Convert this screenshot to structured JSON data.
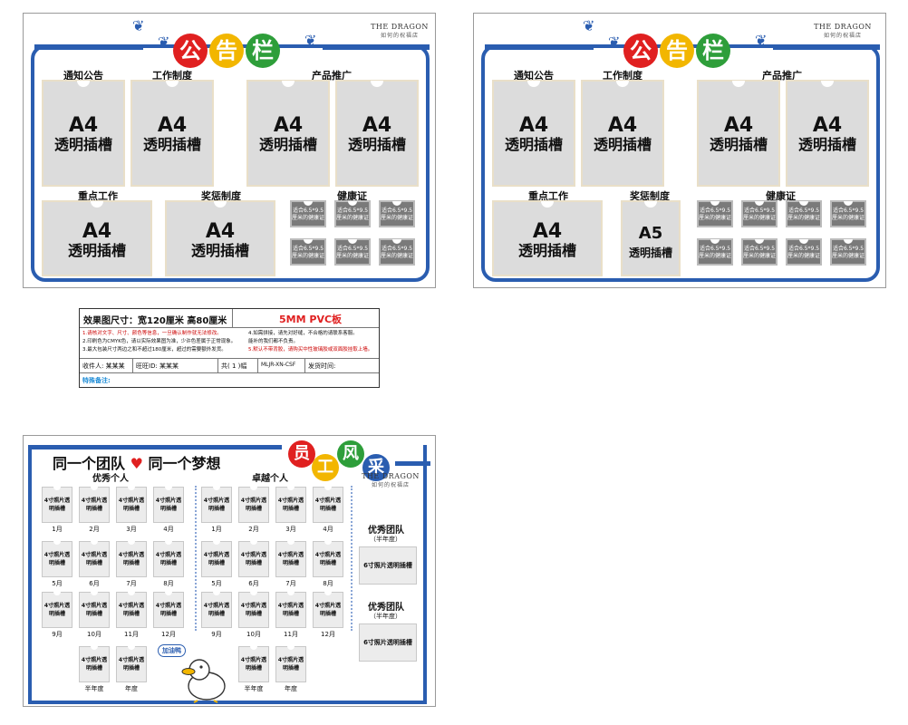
{
  "colors": {
    "brand_blue": "#2a5db0",
    "red": "#e02020",
    "yellow": "#f2b600",
    "green": "#2e9e3a",
    "gray_slot": "#dcdcdc",
    "hc_gray": "#7a7a7a"
  },
  "board_title_chars": [
    "公",
    "告",
    "栏"
  ],
  "logo": {
    "main": "THE DRAGON",
    "sub": "如何的祝福店"
  },
  "board_a": {
    "labels": {
      "notice": "通知公告",
      "system": "工作制度",
      "product": "产品推广",
      "key_work": "重点工作",
      "reward": "奖惩制度",
      "health": "健康证"
    },
    "slot_big": "A4",
    "slot_txt": "透明插槽"
  },
  "board_b": {
    "labels": {
      "notice": "通知公告",
      "system": "工作制度",
      "product": "产品推广",
      "key_work": "重点工作",
      "reward": "奖惩制度",
      "health": "健康证"
    },
    "slot_big": "A4",
    "slot_big_a5": "A5",
    "slot_txt": "透明插槽"
  },
  "health_slot_text": "适合6.5*9.5厘米的健康证",
  "info_table": {
    "size": "效果图尺寸：宽120厘米 高80厘米",
    "material": "5MM PVC板",
    "notes_left": [
      "1.请核对文字、尺寸、颜色等信息，一旦确认制作就无法修改。",
      "2.印刷色为CMYK色，请以实际效果图为准，少许色差属于正常现象。",
      "3.最大包装尺寸两边之和不超过180厘米，超过的需要额外发货。"
    ],
    "notes_right": [
      "4.如需拼接，请先对好缝，不合格的请联系客服。",
      "  能补的我们都不负责。",
      "5.默认不带背胶，请购买中性玻璃胶或双面胶挂取上墙。"
    ],
    "recipient": "收件人: 某某某",
    "wangwang": "旺旺ID: 某某某",
    "count": "共( 1 )幅",
    "code": "MLJR-XN-CSF",
    "ship_time": "发货时间:",
    "remark": "特殊备注:"
  },
  "staff": {
    "slogan_a": "同一个团队",
    "heart": "♥",
    "slogan_b": "同一个梦想",
    "title_chars": [
      "员",
      "工",
      "风",
      "采"
    ],
    "excellent": "优秀个人",
    "outstanding": "卓越个人",
    "photo_text": "4寸照片透明插槽",
    "months": [
      "1月",
      "2月",
      "3月",
      "4月",
      "5月",
      "6月",
      "7月",
      "8月",
      "9月",
      "10月",
      "11月",
      "12月"
    ],
    "extra": [
      "半年度",
      "年度"
    ],
    "team": [
      {
        "title": "优秀团队",
        "sub": "（半年度）",
        "slot": "6寸照片透明插槽"
      },
      {
        "title": "优秀团队",
        "sub": "（半年度）",
        "slot": "6寸照片透明插槽"
      }
    ],
    "mascot_bubble": "加油鸭"
  }
}
